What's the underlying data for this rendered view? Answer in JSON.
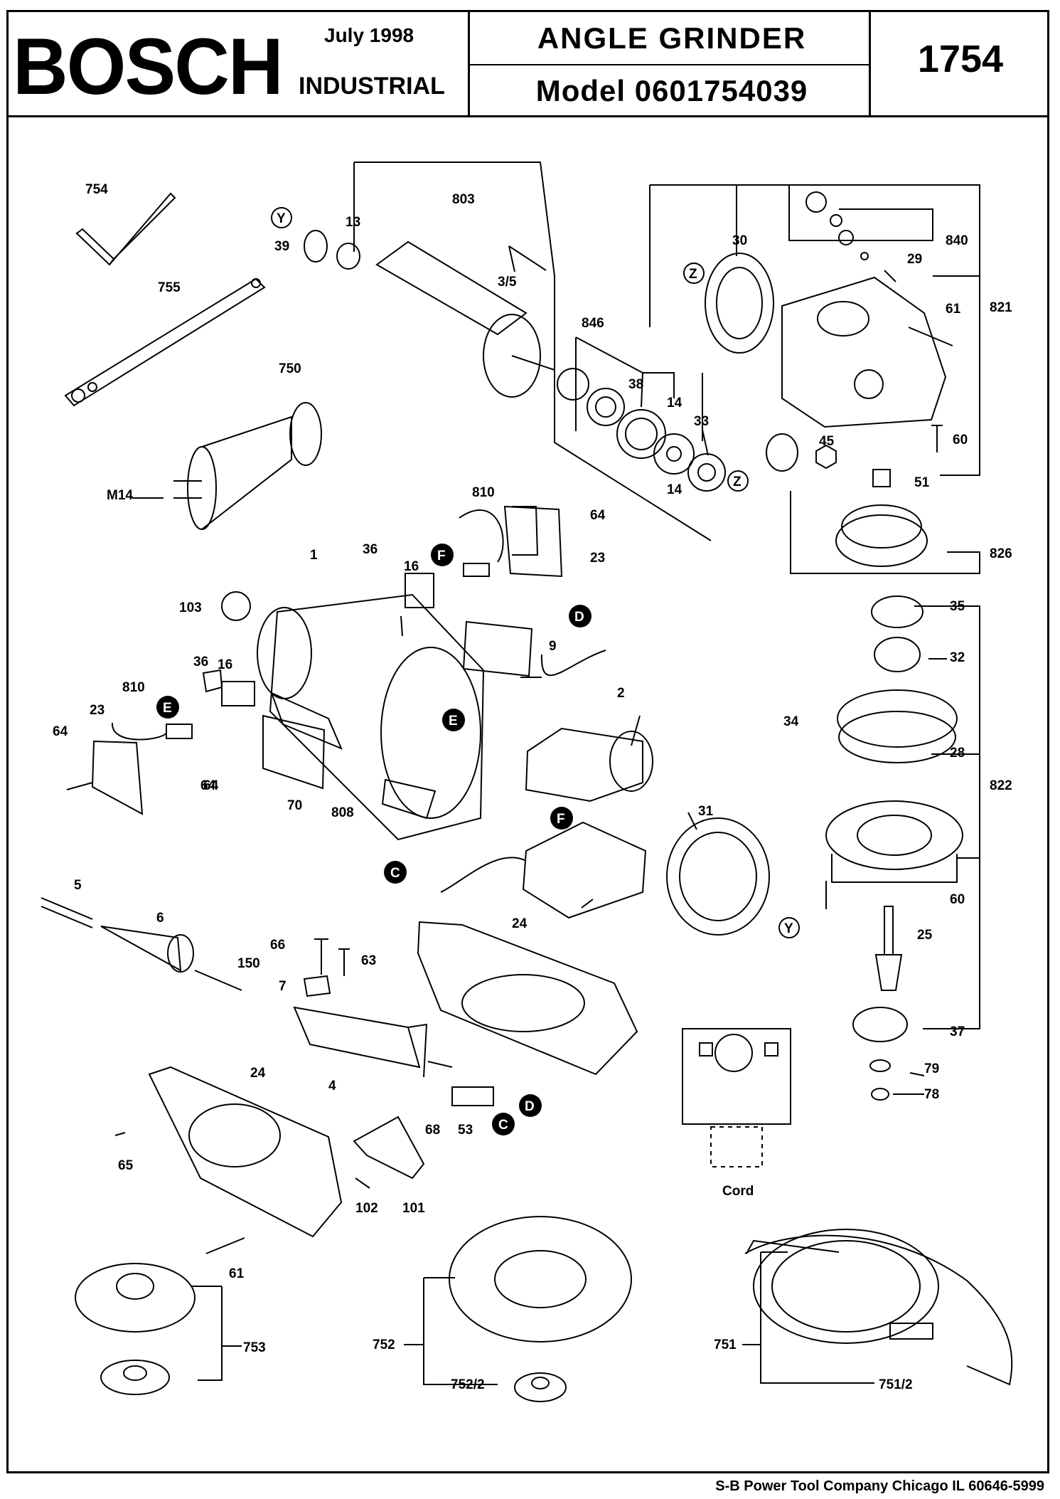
{
  "header": {
    "brand": "BOSCH",
    "date": "July 1998",
    "division": "INDUSTRIAL",
    "title": "ANGLE GRINDER",
    "model_line": "Model 0601754039",
    "model_number": "1754"
  },
  "footer": "S-B Power Tool Company  Chicago IL 60646-5999",
  "part_labels": [
    "754",
    "755",
    "750",
    "M14",
    "803",
    "13",
    "Y",
    "39",
    "3/5",
    "846",
    "38",
    "14",
    "33",
    "Z",
    "30",
    "840",
    "29",
    "61",
    "821",
    "60",
    "45",
    "51",
    "826",
    "810",
    "64",
    "F",
    "23",
    "1",
    "36",
    "16",
    "103",
    "9",
    "D",
    "2",
    "E",
    "810",
    "23",
    "64",
    "70",
    "808",
    "35",
    "32",
    "34",
    "28",
    "822",
    "31",
    "C",
    "Y",
    "60",
    "5",
    "6",
    "150",
    "66",
    "63",
    "7",
    "24",
    "4",
    "68",
    "53",
    "C",
    "D",
    "25",
    "37",
    "79",
    "78",
    "24",
    "65",
    "102",
    "101",
    "61",
    "Cord",
    "753",
    "752",
    "752/2",
    "751",
    "751/2",
    "36",
    "16",
    "64",
    "14",
    "64"
  ],
  "callouts": {
    "Y": "Y",
    "Z": "Z",
    "F": "F",
    "E": "E",
    "D": "D",
    "C": "C"
  }
}
